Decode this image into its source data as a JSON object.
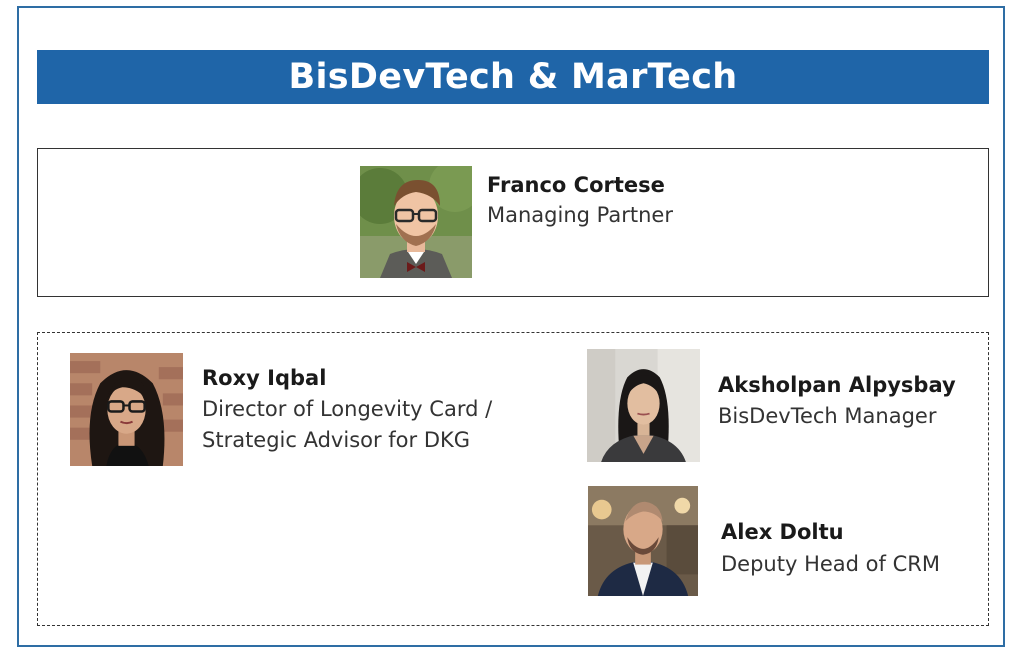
{
  "header": {
    "title": "BisDevTech & MarTech"
  },
  "lead": {
    "name": "Franco Cortese",
    "role": "Managing Partner"
  },
  "team": [
    {
      "name": "Roxy Iqbal",
      "role_line1": "Director of Longevity Card /",
      "role_line2": "Strategic Advisor for DKG"
    },
    {
      "name": "Aksholpan Alpysbay",
      "role_line1": "BisDevTech Manager"
    },
    {
      "name": "Alex Doltu",
      "role_line1": "Deputy Head of CRM"
    }
  ],
  "colors": {
    "banner": "#1f65a8",
    "frame": "#2e6da4",
    "box_border": "#333333"
  }
}
